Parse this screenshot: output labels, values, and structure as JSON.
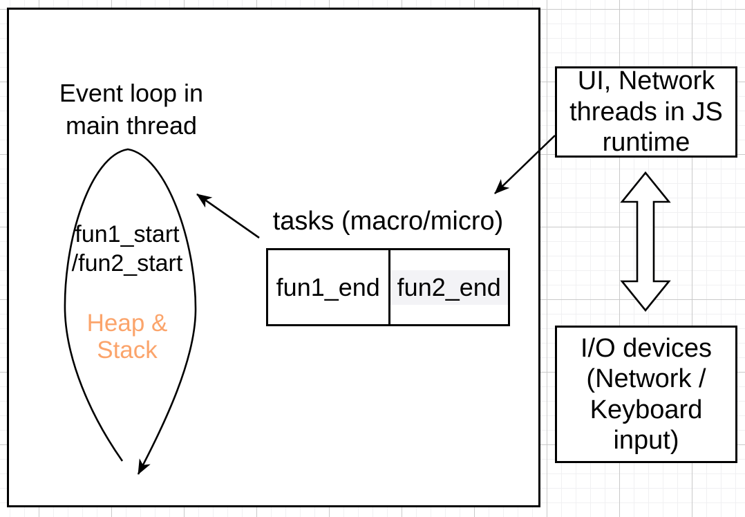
{
  "diagram": {
    "main_box": {
      "title": "Event loop in\nmain thread",
      "loop": {
        "start_labels": "fun1_start\n/fun2_start",
        "heap_stack_label": "Heap &\nStack"
      },
      "tasks": {
        "label": "tasks (macro/micro)",
        "cells": [
          "fun1_end",
          "fun2_end"
        ]
      }
    },
    "side_boxes": {
      "ui_threads": "UI, Network\nthreads in JS\nruntime",
      "io_devices": "I/O devices\n(Network /\nKeyboard\ninput)"
    },
    "arrows": {
      "loop_cycle": "loop-cycle-arrow",
      "tasks_to_loop": "tasks-to-loop-arrow",
      "ui_threads_to_tasks": "ui-threads-to-tasks-arrow",
      "runtime_io_bidirectional": "bidirectional-arrow"
    },
    "colors": {
      "stroke": "#000000",
      "heap_stack_text": "#FBA46B",
      "cell_highlight": "#F3F3F6",
      "grid_minor": "#F0F0F2",
      "grid_major": "#C9C9C9",
      "shape_fill": "#FFFFFF"
    }
  }
}
